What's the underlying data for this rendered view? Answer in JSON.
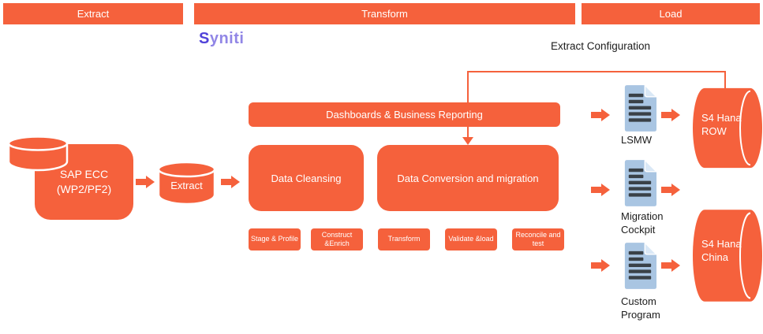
{
  "colors": {
    "accent_orange": "#F5613C",
    "document_icon_blue": "#A9C5E2",
    "document_icon_lines": "#3A4147",
    "logo_s": "#5143D9",
    "logo_rest": "#9186E6",
    "text_dark": "#1C1C1C",
    "box_text": "#FFFFFF"
  },
  "header": {
    "bars": [
      {
        "label": "Extract"
      },
      {
        "label": "Transform"
      },
      {
        "label": "Load"
      }
    ]
  },
  "logo": {
    "first_letter": "S",
    "rest": "yniti"
  },
  "annotations": {
    "extract_configuration": "Extract Configuration"
  },
  "extract_stage": {
    "source_system": "SAP ECC (WP2/PF2)",
    "staging_db": "Extract"
  },
  "transform_stage": {
    "reporting_bar": "Dashboards & Business Reporting",
    "cleansing_box": "Data Cleansing",
    "conversion_box": "Data Conversion and migration",
    "steps": [
      "Stage & Profile",
      "Construct &Enrich",
      "Transform",
      "Validate &load",
      "Reconcile and test"
    ]
  },
  "load_stage": {
    "tools": [
      {
        "label": "LSMW"
      },
      {
        "label": "Migration Cockpit"
      },
      {
        "label": "Custom Program"
      }
    ],
    "targets": [
      {
        "label": "S4 Hana ROW"
      },
      {
        "label": "S4 Hana China"
      }
    ]
  }
}
